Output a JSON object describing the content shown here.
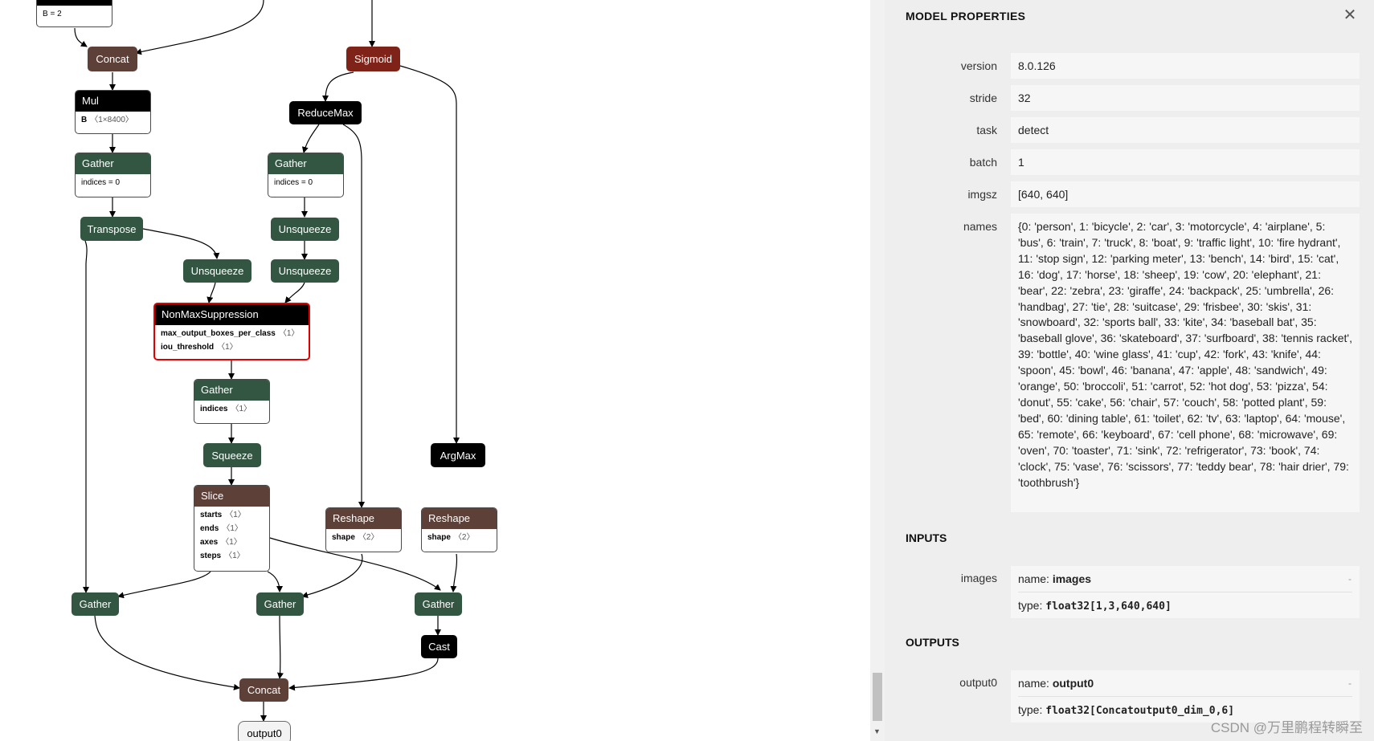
{
  "graph": {
    "nodes": {
      "top_input_attr": "B = 2",
      "concat1": "Concat",
      "mul_title": "Mul",
      "mul_attr_key": "B",
      "mul_attr_val": "〈1×8400〉",
      "gather1_title": "Gather",
      "gather1_attr": "indices = 0",
      "transpose": "Transpose",
      "sigmoid": "Sigmoid",
      "reducemax": "ReduceMax",
      "gather2_title": "Gather",
      "gather2_attr": "indices = 0",
      "unsqueeze1": "Unsqueeze",
      "unsqueeze2": "Unsqueeze",
      "unsqueeze3": "Unsqueeze",
      "nms_title": "NonMaxSuppression",
      "nms_attr1_key": "max_output_boxes_per_class",
      "nms_attr1_val": "〈1〉",
      "nms_attr2_key": "iou_threshold",
      "nms_attr2_val": "〈1〉",
      "gather3_title": "Gather",
      "gather3_attr_key": "indices",
      "gather3_attr_val": "〈1〉",
      "squeeze": "Squeeze",
      "argmax": "ArgMax",
      "slice_title": "Slice",
      "slice_starts_key": "starts",
      "slice_starts_val": "〈1〉",
      "slice_ends_key": "ends",
      "slice_ends_val": "〈1〉",
      "slice_axes_key": "axes",
      "slice_axes_val": "〈1〉",
      "slice_steps_key": "steps",
      "slice_steps_val": "〈1〉",
      "reshape1_title": "Reshape",
      "reshape1_attr_key": "shape",
      "reshape1_attr_val": "〈2〉",
      "reshape2_title": "Reshape",
      "reshape2_attr_key": "shape",
      "reshape2_attr_val": "〈2〉",
      "gather4": "Gather",
      "gather5": "Gather",
      "gather6": "Gather",
      "cast": "Cast",
      "concat2": "Concat",
      "output": "output0"
    }
  },
  "sidebar": {
    "title": "MODEL PROPERTIES",
    "close_icon": "close-icon",
    "properties": [
      {
        "label": "version",
        "value": "8.0.126"
      },
      {
        "label": "stride",
        "value": "32"
      },
      {
        "label": "task",
        "value": "detect"
      },
      {
        "label": "batch",
        "value": "1"
      },
      {
        "label": "imgsz",
        "value": "[640, 640]"
      },
      {
        "label": "names",
        "value": "{0: 'person', 1: 'bicycle', 2: 'car', 3: 'motorcycle', 4: 'airplane', 5: 'bus', 6: 'train', 7: 'truck', 8: 'boat', 9: 'traffic light', 10: 'fire hydrant', 11: 'stop sign', 12: 'parking meter', 13: 'bench', 14: 'bird', 15: 'cat', 16: 'dog', 17: 'horse', 18: 'sheep', 19: 'cow', 20: 'elephant', 21: 'bear', 22: 'zebra', 23: 'giraffe', 24: 'backpack', 25: 'umbrella', 26: 'handbag', 27: 'tie', 28: 'suitcase', 29: 'frisbee', 30: 'skis', 31: 'snowboard', 32: 'sports ball', 33: 'kite', 34: 'baseball bat', 35: 'baseball glove', 36: 'skateboard', 37: 'surfboard', 38: 'tennis racket', 39: 'bottle', 40: 'wine glass', 41: 'cup', 42: 'fork', 43: 'knife', 44: 'spoon', 45: 'bowl', 46: 'banana', 47: 'apple', 48: 'sandwich', 49: 'orange', 50: 'broccoli', 51: 'carrot', 52: 'hot dog', 53: 'pizza', 54: 'donut', 55: 'cake', 56: 'chair', 57: 'couch', 58: 'potted plant', 59: 'bed', 60: 'dining table', 61: 'toilet', 62: 'tv', 63: 'laptop', 64: 'mouse', 65: 'remote', 66: 'keyboard', 67: 'cell phone', 68: 'microwave', 69: 'oven', 70: 'toaster', 71: 'sink', 72: 'refrigerator', 73: 'book', 74: 'clock', 75: 'vase', 76: 'scissors', 77: 'teddy bear', 78: 'hair drier', 79: 'toothbrush'}"
      }
    ],
    "inputs_title": "INPUTS",
    "inputs": [
      {
        "label": "images",
        "name_prefix": "name: ",
        "name": "images",
        "type_prefix": "type: ",
        "type": "float32[1,3,640,640]",
        "toggle": "-"
      }
    ],
    "outputs_title": "OUTPUTS",
    "outputs": [
      {
        "label": "output0",
        "name_prefix": "name: ",
        "name": "output0",
        "type_prefix": "type: ",
        "type": "float32[Concatoutput0_dim_0,6]",
        "toggle": "-"
      }
    ]
  },
  "watermark": "CSDN @万里鹏程转瞬至",
  "scrollbar": {
    "down_arrow": "▼"
  }
}
